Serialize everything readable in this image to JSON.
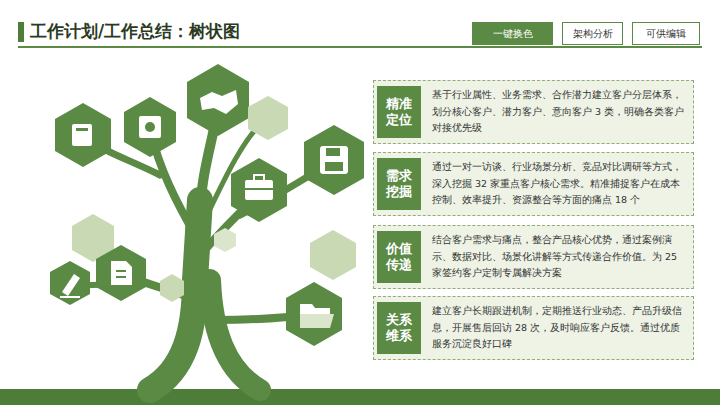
{
  "diagram": {
    "title": "工作计划/工作总结：树状图",
    "nodes": [
      {
        "text": [
          "一键换色"
        ]
      },
      {
        "text": [
          "架构分析"
        ]
      },
      {
        "text": [
          "可供编辑"
        ]
      },
      {
        "text": [
          "精准定位"
        ]
      },
      {
        "text": [
          "基于行业属性、业务需求、合作潜力建立客户分层体系，划分核心客户、潜力客户、意向客户 3 类，明确各类客户对接优先级"
        ]
      },
      {
        "text": [
          "需求挖掘"
        ]
      },
      {
        "text": [
          "通过一对一访谈、行业场景分析、竞品对比调研等方式，深入挖掘 32 家重点客户核心需求。精准捕捉客户在成本控制、效率提升、资源整合等方面的痛点 18 个"
        ]
      },
      {
        "text": [
          "价值传递"
        ]
      },
      {
        "text": [
          "结合客户需求与痛点，整合产品核心优势，通过案例演示、数据对比、场景化讲解等方式传递合作价值。为 25 家签约客户定制专属解决方案"
        ]
      },
      {
        "text": [
          "关系维系"
        ]
      },
      {
        "text": [
          "建立客户长期跟进机制，定期推送行业动态、产品升级信息，开展售后回访 28 次，及时响应客户反馈。通过优质服务沉淀良好口碑"
        ]
      }
    ]
  }
}
